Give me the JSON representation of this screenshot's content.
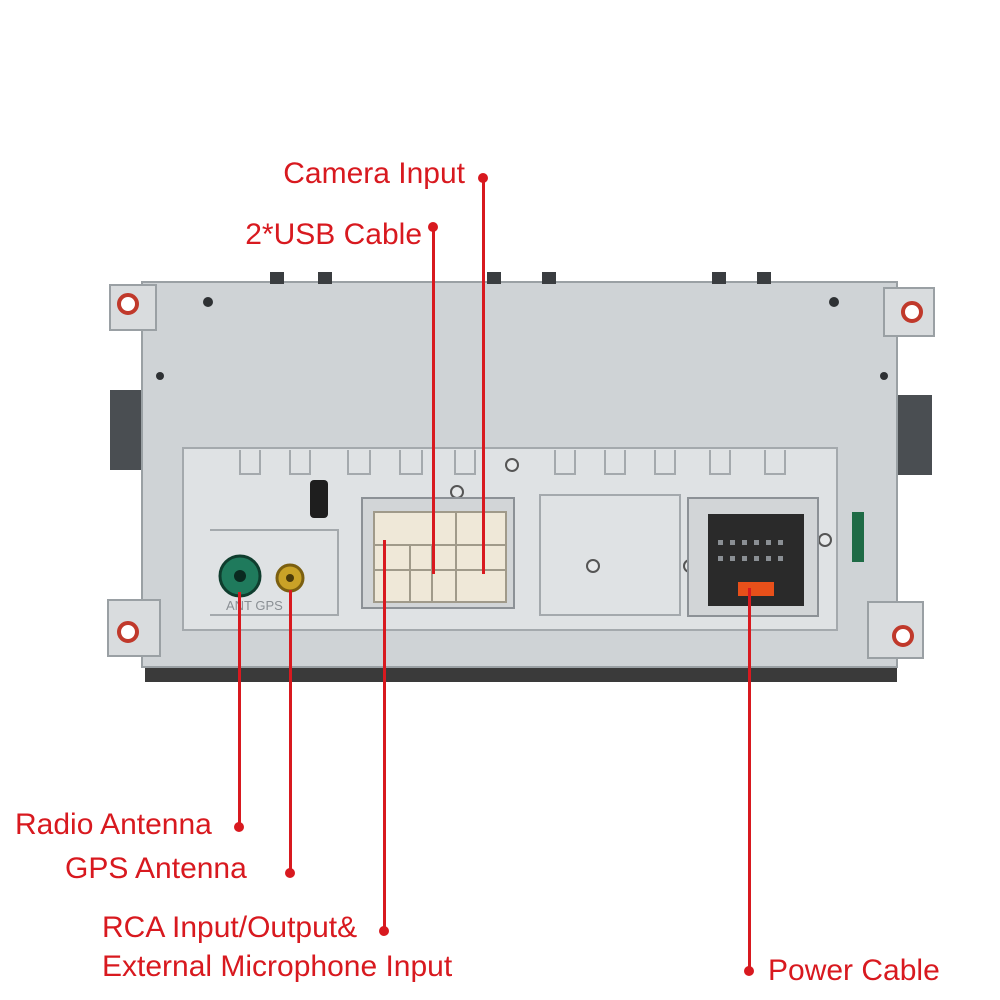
{
  "labels": {
    "camera_input": "Camera Input",
    "usb_cable": "2*USB Cable",
    "radio_antenna": "Radio Antenna",
    "gps_antenna": "GPS Antenna",
    "rca_line1": "RCA Input/Output&",
    "rca_line2": "External Microphone Input",
    "power_cable": "Power Cable"
  },
  "panel_marking": "ANT GPS",
  "colors": {
    "callout": "#d8191f",
    "housing": "#cfd3d6",
    "radio_antenna_jack": "#1f7a5c",
    "gps_antenna_jack": "#c9a227",
    "usb_rca_connector": "#efe8d8",
    "power_connector": "#2a2a2a",
    "fuse": "#e8501a"
  }
}
